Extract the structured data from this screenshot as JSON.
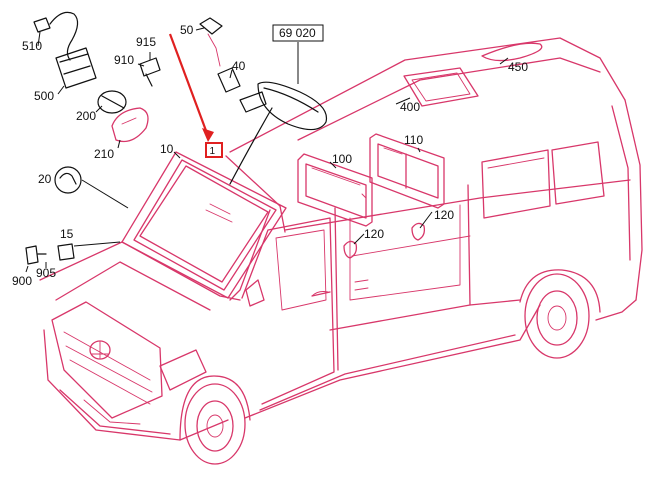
{
  "diagram": {
    "labels": {
      "p510": "510",
      "p500": "500",
      "p915": "915",
      "p910": "910",
      "p200": "200",
      "p210": "210",
      "p50": "50",
      "p40": "40",
      "p69020": "69 020",
      "p450": "450",
      "p400": "400",
      "p110": "110",
      "p100": "100",
      "p10": "10",
      "p20": "20",
      "p120a": "120",
      "p120b": "120",
      "p15": "15",
      "p900": "900",
      "p905": "905",
      "highlight_marker": "1"
    },
    "colors": {
      "drawing": "#d8376a",
      "arrow": "#e02020",
      "text": "#111111"
    }
  }
}
